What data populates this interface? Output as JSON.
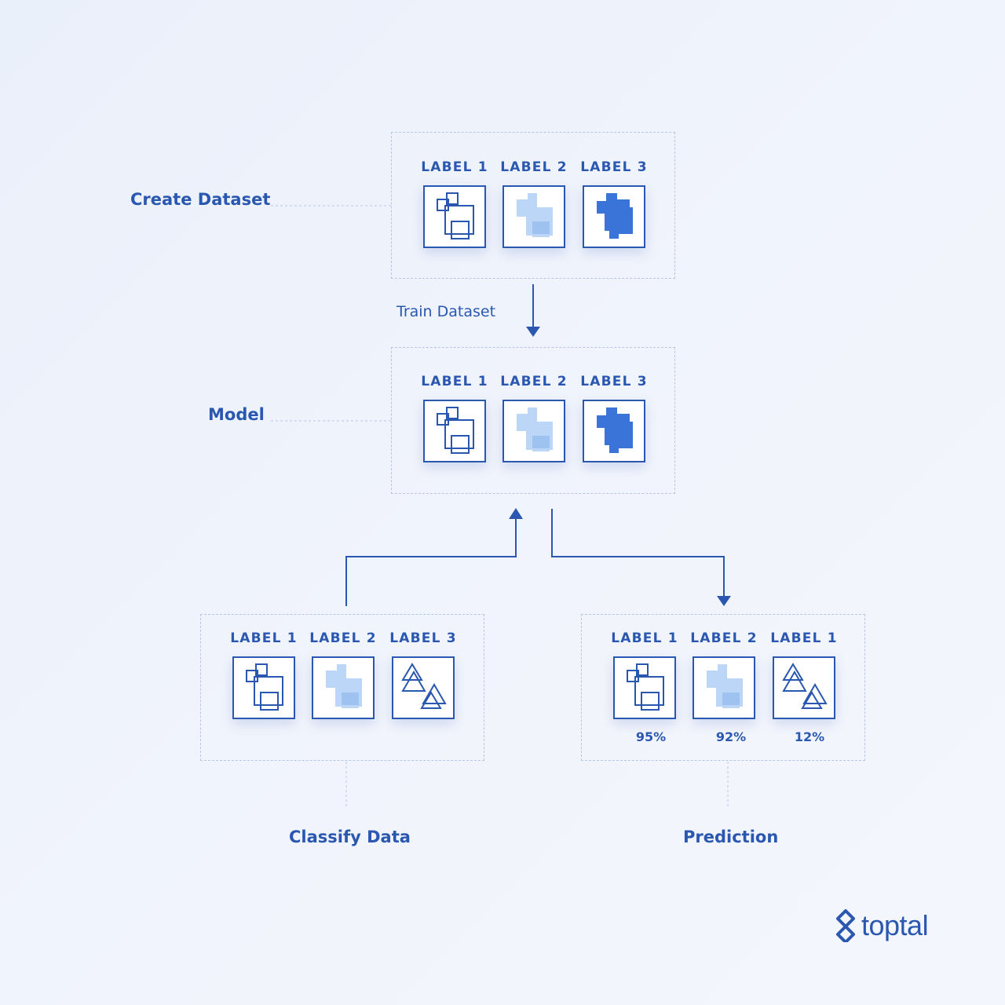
{
  "create_dataset": {
    "title": "Create Dataset",
    "labels": [
      "LABEL 1",
      "LABEL 2",
      "LABEL 3"
    ]
  },
  "train": {
    "label": "Train Dataset"
  },
  "model": {
    "title": "Model",
    "labels": [
      "LABEL 1",
      "LABEL 2",
      "LABEL 3"
    ]
  },
  "classify": {
    "title": "Classify Data",
    "labels": [
      "LABEL 1",
      "LABEL 2",
      "LABEL 3"
    ]
  },
  "prediction": {
    "title": "Prediction",
    "labels": [
      "LABEL 1",
      "LABEL 2",
      "LABEL 1"
    ],
    "percents": [
      "95%",
      "92%",
      "12%"
    ]
  },
  "brand": {
    "name": "toptal"
  },
  "colors": {
    "primary": "#2a57b0",
    "solid_blue": "#3b74d8",
    "light_blue": "#bcd6f7",
    "dashed_border": "#b8c6e6"
  },
  "icons": [
    "squares-outline-icon",
    "pixel-light-icon",
    "pixel-solid-icon",
    "triangles-outline-icon"
  ]
}
